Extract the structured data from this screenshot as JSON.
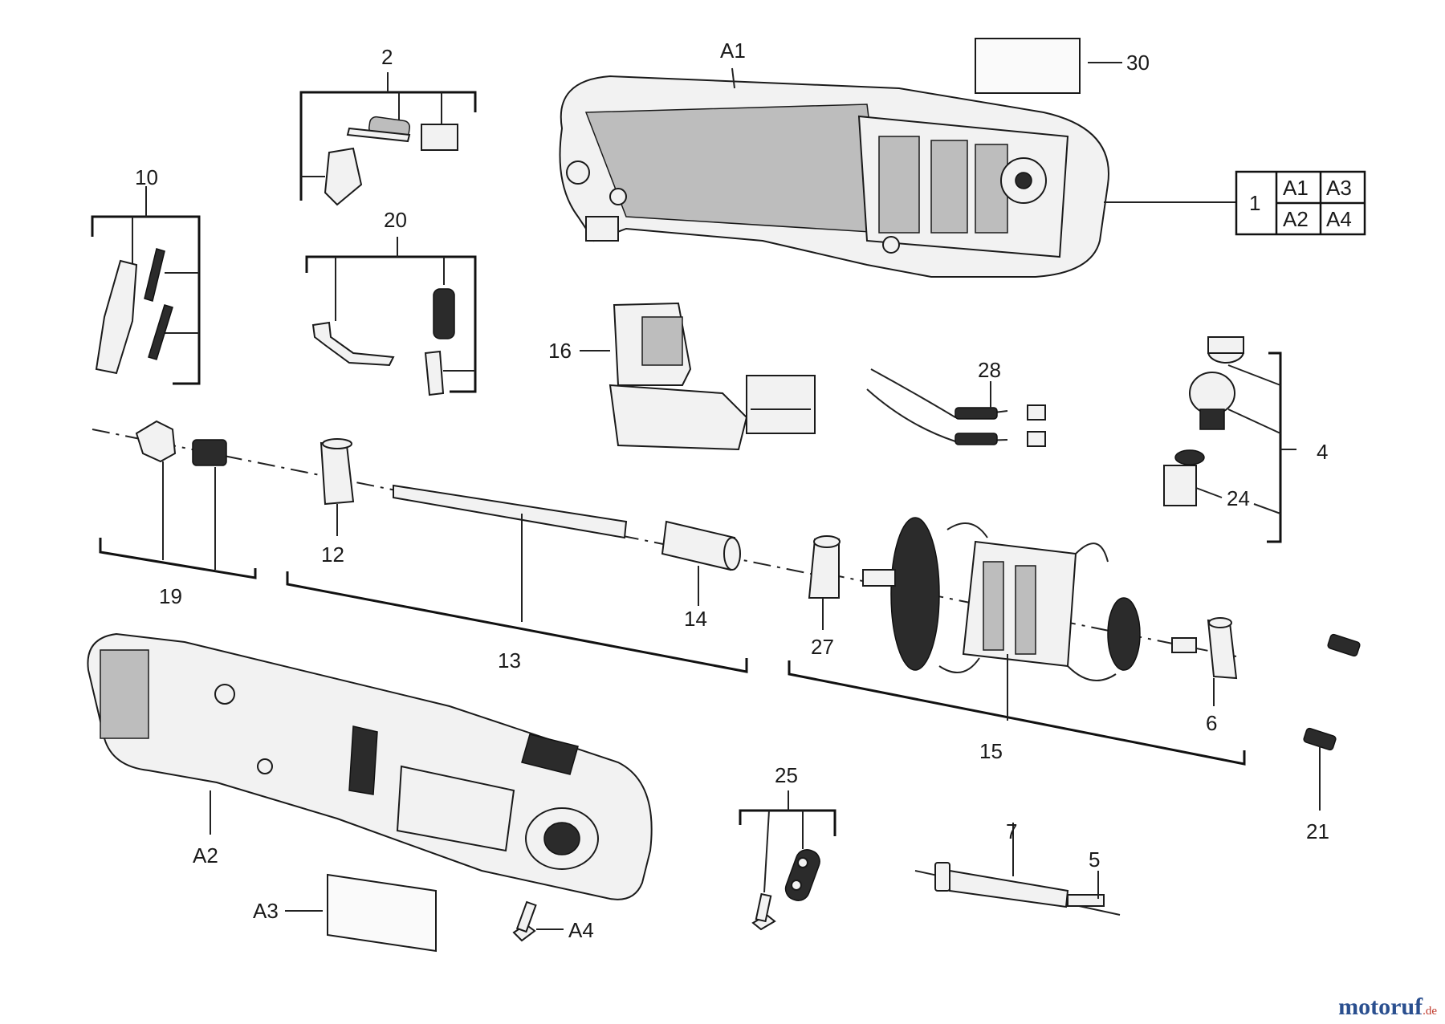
{
  "callouts": {
    "a1": "A1",
    "a2": "A2",
    "a3": "A3",
    "a4": "A4",
    "p1": "1",
    "p2": "2",
    "p4": "4",
    "p5": "5",
    "p6": "6",
    "p7": "7",
    "p10": "10",
    "p12": "12",
    "p13": "13",
    "p14": "14",
    "p15": "15",
    "p16": "16",
    "p19": "19",
    "p20": "20",
    "p21": "21",
    "p24": "24",
    "p25": "25",
    "p27": "27",
    "p28": "28",
    "p30": "30"
  },
  "housing_table": {
    "cells": [
      "A1",
      "A3",
      "A2",
      "A4"
    ]
  },
  "watermark": {
    "brand": "motoruf",
    "suffix": ".de"
  }
}
